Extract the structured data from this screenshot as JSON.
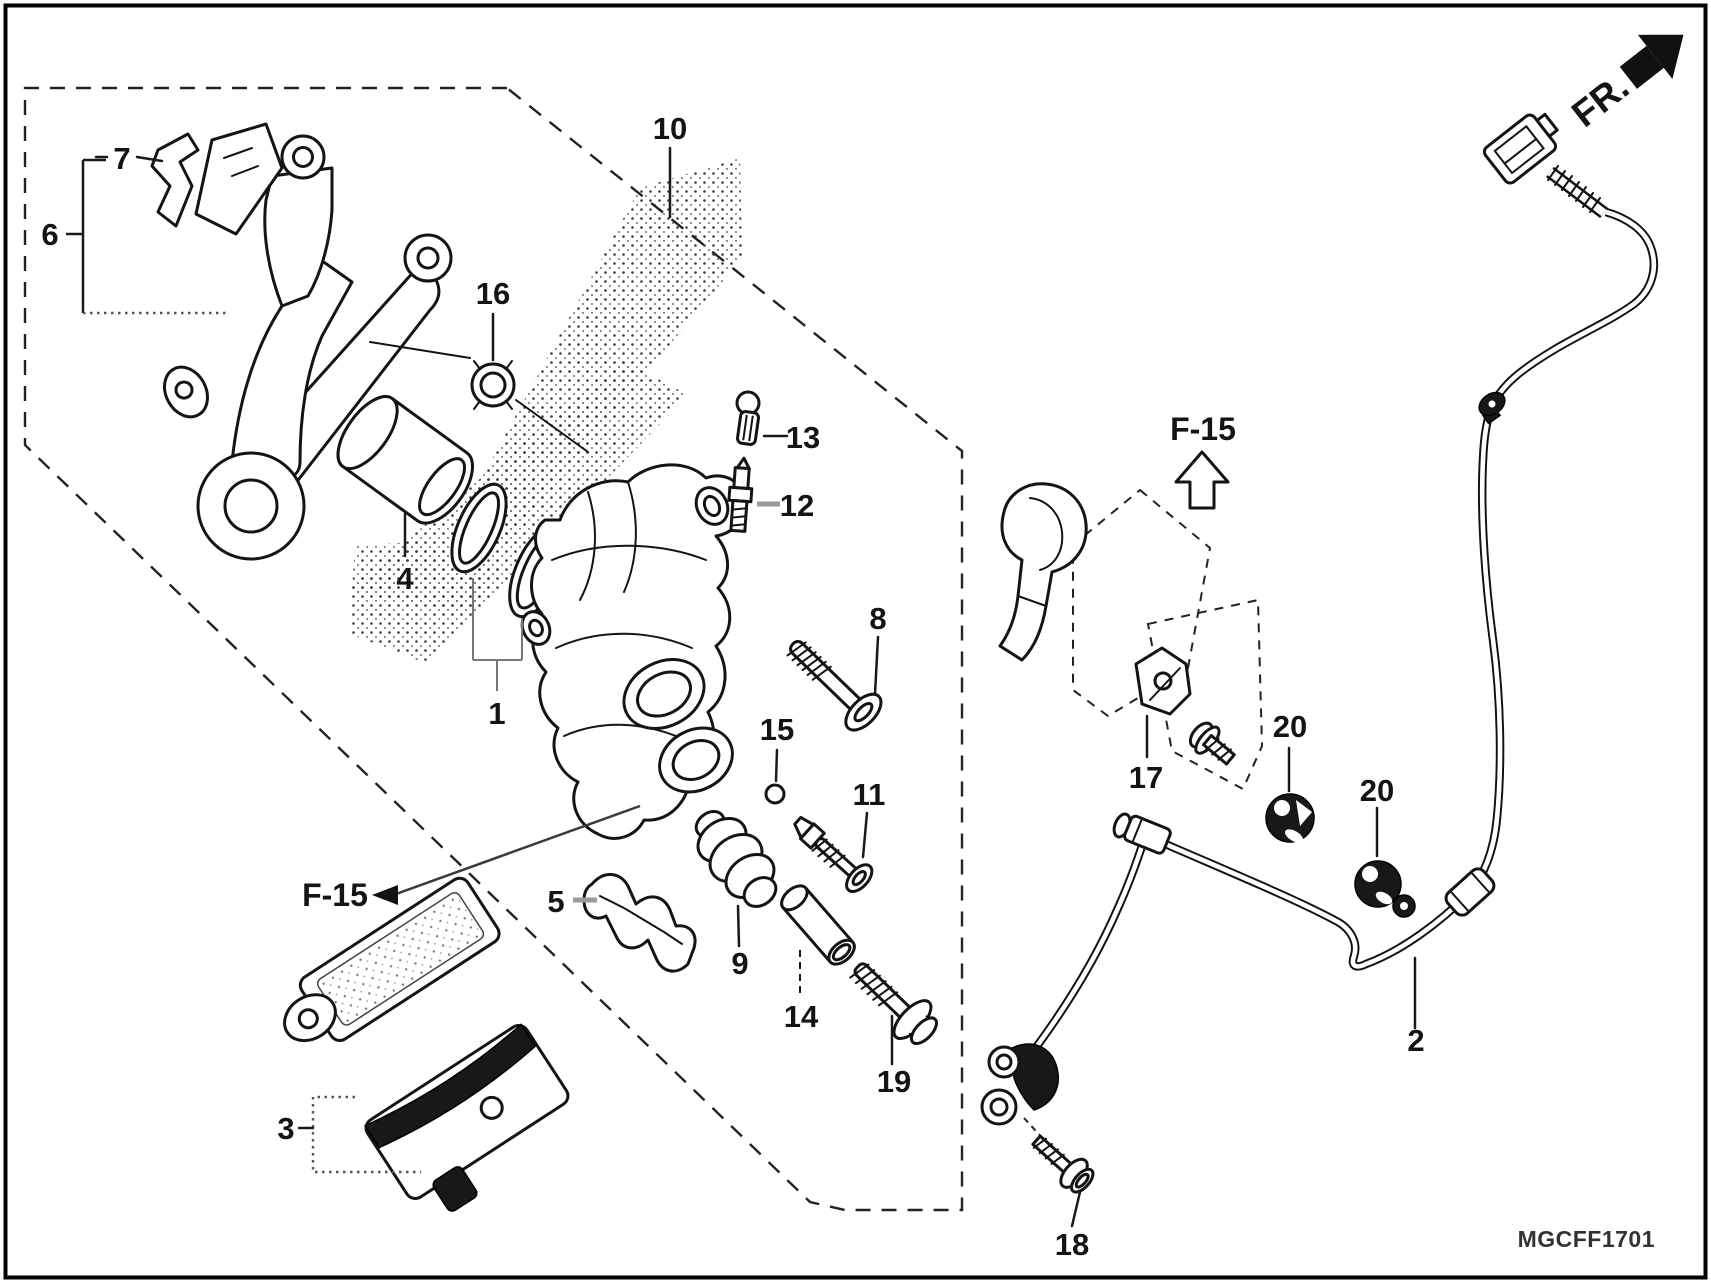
{
  "diagram": {
    "code": "MGCFF1701",
    "fr_label": "FR.",
    "section_refs": {
      "left": "F-15",
      "right": "F-15"
    },
    "callouts": [
      {
        "number": "1"
      },
      {
        "number": "2"
      },
      {
        "number": "3"
      },
      {
        "number": "4"
      },
      {
        "number": "5"
      },
      {
        "number": "6"
      },
      {
        "number": "7"
      },
      {
        "number": "8"
      },
      {
        "number": "9"
      },
      {
        "number": "10"
      },
      {
        "number": "11"
      },
      {
        "number": "12"
      },
      {
        "number": "13"
      },
      {
        "number": "14"
      },
      {
        "number": "15"
      },
      {
        "number": "16"
      },
      {
        "number": "17"
      },
      {
        "number": "18"
      },
      {
        "number": "19"
      },
      {
        "number": "20"
      },
      {
        "number": "20"
      }
    ],
    "icons": {
      "fr_arrow": "filled-arrow-up-right",
      "f15_right_arrow": "outline-arrow-up",
      "f15_left_pointer": "filled-arrow-left"
    },
    "colors": {
      "line": "#141414",
      "background": "#ffffff"
    }
  }
}
